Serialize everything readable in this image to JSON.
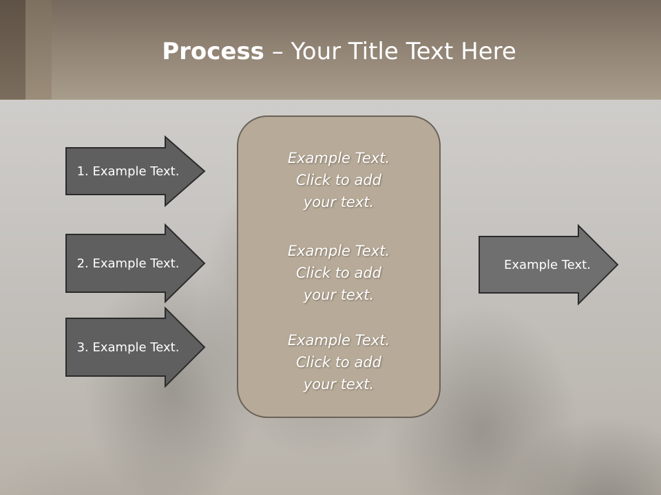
{
  "slide": {
    "title_bold": "Process",
    "title_rest": " – Your Title Text Here"
  },
  "left_arrows": [
    {
      "label": "1. Example Text."
    },
    {
      "label": "2. Example Text."
    },
    {
      "label": "3. Example Text."
    }
  ],
  "center_box": {
    "blocks": [
      {
        "lines": [
          "Example Text.",
          "Click  to add",
          "your text."
        ]
      },
      {
        "lines": [
          "Example Text.",
          "Click  to add",
          "your text."
        ]
      },
      {
        "lines": [
          "Example Text.",
          "Click  to add",
          "your text."
        ]
      }
    ]
  },
  "right_arrow": {
    "label": "Example Text."
  },
  "colors": {
    "header": "#a89c8b",
    "left_arrow_fill": "#5f5f5f",
    "right_arrow_fill": "#6f6f6f",
    "arrow_stroke": "#2b2b2b",
    "center_box_fill": "#b7aa98"
  }
}
